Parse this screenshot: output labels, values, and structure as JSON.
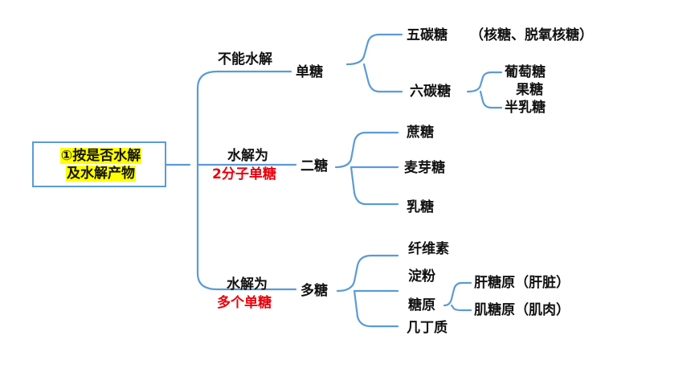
{
  "root": {
    "line1": "①按是否水解",
    "line2": "及水解产物"
  },
  "colors": {
    "connector": "#5b9bd5",
    "highlight": "#ffff00",
    "accent_red": "#e8000b"
  },
  "branches": {
    "mono": {
      "edge_label": "不能水解",
      "node": "单糖",
      "five_carbon": {
        "label": "五碳糖",
        "note": "（核糖、脱氧核糖）"
      },
      "six_carbon": {
        "label": "六碳糖",
        "items": [
          "葡萄糖",
          "果糖",
          "半乳糖"
        ]
      }
    },
    "di": {
      "edge_label": "水解为",
      "edge_label_red": "2分子单糖",
      "node": "二糖",
      "items": [
        "蔗糖",
        "麦芽糖",
        "乳糖"
      ]
    },
    "poly": {
      "edge_label": "水解为",
      "edge_label_red": "多个单糖",
      "node": "多糖",
      "items": [
        "纤维素",
        "淀粉",
        "糖原",
        "几丁质"
      ],
      "glycogen_children": [
        "肝糖原（肝脏）",
        "肌糖原（肌肉）"
      ]
    }
  }
}
